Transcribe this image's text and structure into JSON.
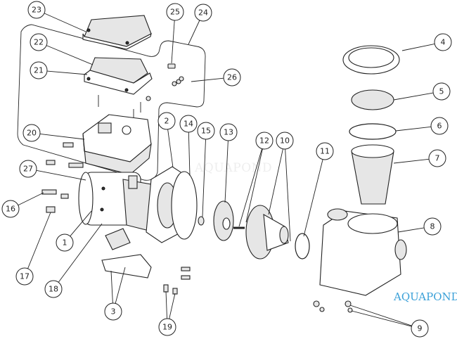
{
  "diagram": {
    "title": "Pump exploded parts diagram",
    "callouts": [
      "1",
      "2",
      "3",
      "4",
      "5",
      "6",
      "7",
      "8",
      "9",
      "10",
      "11",
      "12",
      "13",
      "14",
      "15",
      "16",
      "17",
      "18",
      "19",
      "20",
      "21",
      "22",
      "23",
      "24",
      "25",
      "26",
      "27"
    ]
  },
  "watermarks": {
    "center": "AQUAPOND",
    "corner": "AQUAPOND"
  },
  "colors": {
    "brand_blue": "#3aa0d8"
  }
}
